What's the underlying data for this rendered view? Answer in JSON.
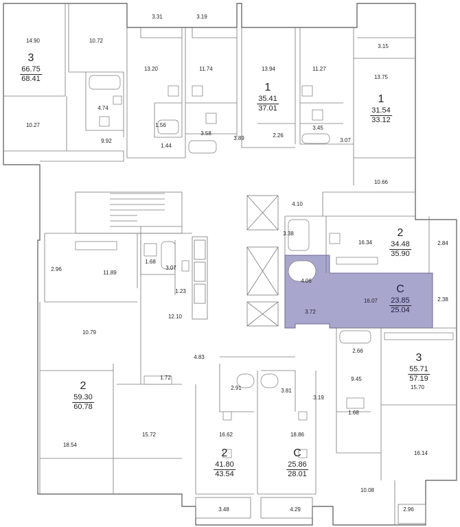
{
  "colors": {
    "wall": "#555555",
    "highlight": "#a9a6ce",
    "background": "#ffffff"
  },
  "apartments": [
    {
      "id": "a1",
      "type": "3",
      "area_living": "66.75",
      "area_total": "68.41"
    },
    {
      "id": "a2",
      "type": "1",
      "area_living": "35.41",
      "area_total": "37.01"
    },
    {
      "id": "a3",
      "type": "1",
      "area_living": "31.54",
      "area_total": "33.12"
    },
    {
      "id": "a4",
      "type": "2",
      "area_living": "34.48",
      "area_total": "35.90"
    },
    {
      "id": "a5",
      "type": "C",
      "area_living": "23.85",
      "area_total": "25.04",
      "highlighted": true
    },
    {
      "id": "a6",
      "type": "3",
      "area_living": "55.71",
      "area_total": "57.19"
    },
    {
      "id": "a7",
      "type": "2",
      "area_living": "59.30",
      "area_total": "60.78"
    },
    {
      "id": "a8",
      "type": "2",
      "area_living": "41.80",
      "area_total": "43.54"
    },
    {
      "id": "a9",
      "type": "C",
      "area_living": "25.86",
      "area_total": "28.01"
    }
  ],
  "room_areas": [
    "14.90",
    "10.72",
    "3.31",
    "3.19",
    "13.20",
    "11.74",
    "13.94",
    "11.27",
    "3.15",
    "13.75",
    "4.74",
    "10.27",
    "9.92",
    "1.56",
    "1.44",
    "3.58",
    "3.89",
    "2.26",
    "3.45",
    "3.07",
    "10.66",
    "4.10",
    "3.38",
    "16.34",
    "2.84",
    "2.96",
    "11.89",
    "1.68",
    "3.07",
    "1.23",
    "4.06",
    "16.07",
    "2.38",
    "3.72",
    "12.10",
    "10.79",
    "2.66",
    "9.45",
    "15.70",
    "1.72",
    "4.83",
    "2.91",
    "3.81",
    "3.19",
    "18.54",
    "15.72",
    "16.62",
    "18.86",
    "1.68",
    "16.14",
    "10.08",
    "3.48",
    "4.29",
    "2.96"
  ]
}
